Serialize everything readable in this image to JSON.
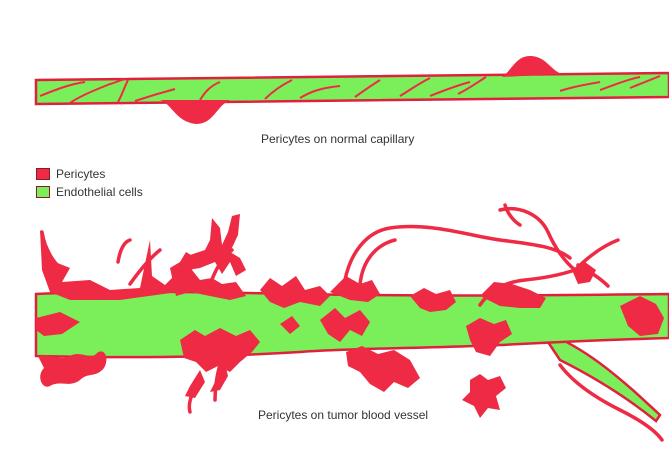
{
  "captions": {
    "normal": "Pericytes on normal capillary",
    "tumor": "Pericytes on tumor blood vessel"
  },
  "legend": {
    "items": [
      {
        "label": "Pericytes",
        "color": "#ee2a45"
      },
      {
        "label": "Endothelial cells",
        "color": "#7bef5a"
      }
    ]
  },
  "colors": {
    "pericyte": "#ee2a45",
    "endothelial": "#7bef5a",
    "outline": "#e0203c",
    "background": "#ffffff"
  }
}
